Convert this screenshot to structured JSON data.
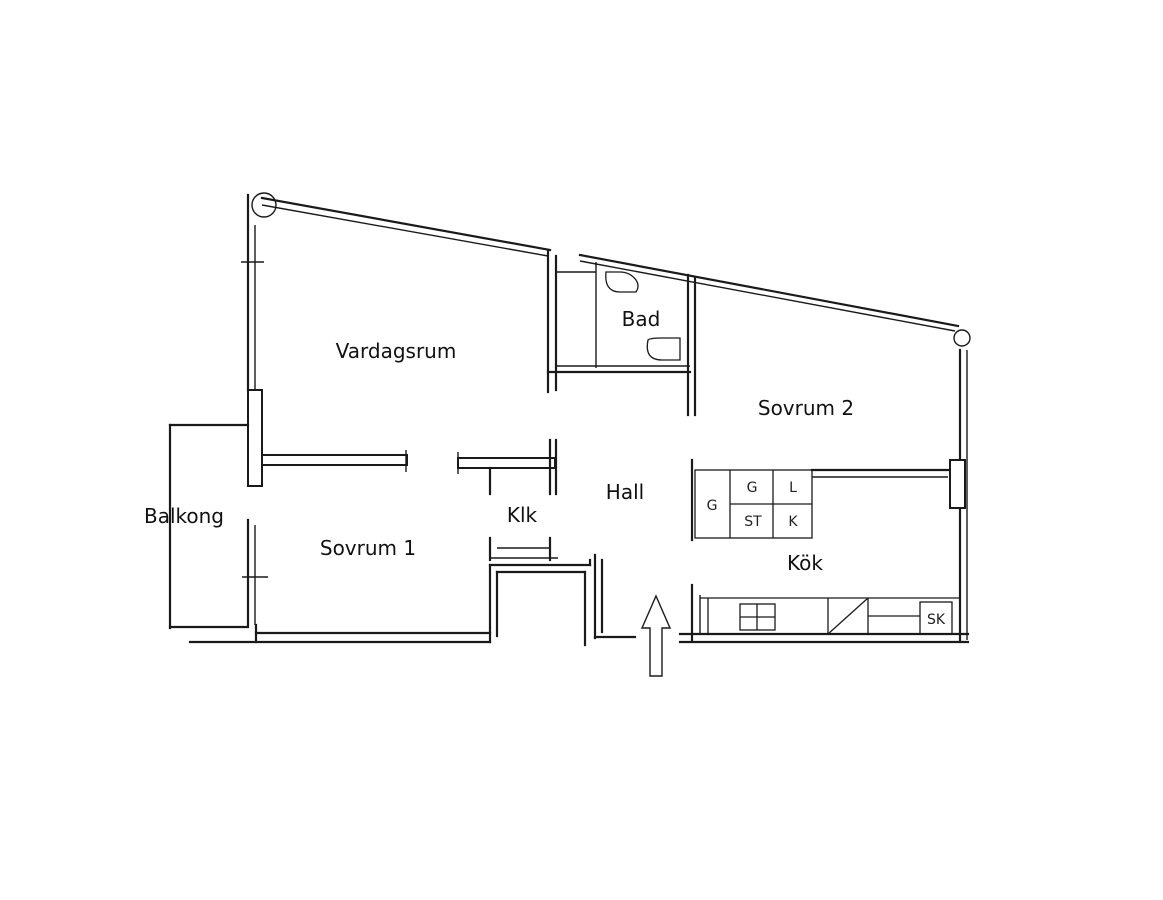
{
  "rooms": {
    "vardagsrum": "Vardagsrum",
    "bad": "Bad",
    "sovrum2": "Sovrum 2",
    "balkong": "Balkong",
    "sovrum1": "Sovrum 1",
    "klk": "Klk",
    "hall": "Hall",
    "kok": "Kök"
  },
  "kitchen_cabinets": {
    "g1": "G",
    "g2": "G",
    "l": "L",
    "st": "ST",
    "k": "K",
    "sk": "SK"
  },
  "icons": {
    "entrance": "entrance-arrow-icon",
    "toilet": "toilet-icon",
    "sink": "sink-icon"
  }
}
